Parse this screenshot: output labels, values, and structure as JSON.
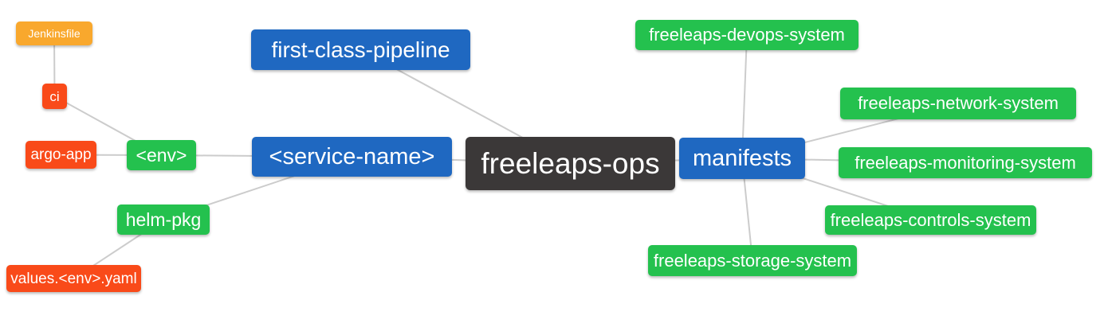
{
  "diagram": {
    "type": "mindmap",
    "root_label": "freeleaps-ops",
    "palette": {
      "blue": "#1f68c1",
      "green": "#24c14e",
      "dark": "#3b3838",
      "red": "#f94a19",
      "amber": "#f9a82d",
      "edge": "#cccccc",
      "text": "#ffffff",
      "background": "#ffffff"
    },
    "nodes": [
      {
        "id": "jenkinsfile",
        "label": "Jenkinsfile",
        "color": "amber"
      },
      {
        "id": "ci",
        "label": "ci",
        "color": "red"
      },
      {
        "id": "argo-app",
        "label": "argo-app",
        "color": "red"
      },
      {
        "id": "env",
        "label": "<env>",
        "color": "green"
      },
      {
        "id": "helm-pkg",
        "label": "helm-pkg",
        "color": "green"
      },
      {
        "id": "values-env-yaml",
        "label": "values.<env>.yaml",
        "color": "red"
      },
      {
        "id": "first-class-pipeline",
        "label": "first-class-pipeline",
        "color": "blue"
      },
      {
        "id": "service-name",
        "label": "<service-name>",
        "color": "blue"
      },
      {
        "id": "freeleaps-ops",
        "label": "freeleaps-ops",
        "color": "dark"
      },
      {
        "id": "manifests",
        "label": "manifests",
        "color": "blue"
      },
      {
        "id": "freeleaps-devops-system",
        "label": "freeleaps-devops-system",
        "color": "green"
      },
      {
        "id": "freeleaps-network-system",
        "label": "freeleaps-network-system",
        "color": "green"
      },
      {
        "id": "freeleaps-monitoring-system",
        "label": "freeleaps-monitoring-system",
        "color": "green"
      },
      {
        "id": "freeleaps-controls-system",
        "label": "freeleaps-controls-system",
        "color": "green"
      },
      {
        "id": "freeleaps-storage-system",
        "label": "freeleaps-storage-system",
        "color": "green"
      }
    ],
    "edges": [
      [
        "jenkinsfile",
        "ci"
      ],
      [
        "ci",
        "env"
      ],
      [
        "argo-app",
        "env"
      ],
      [
        "env",
        "service-name"
      ],
      [
        "helm-pkg",
        "service-name"
      ],
      [
        "values-env-yaml",
        "helm-pkg"
      ],
      [
        "first-class-pipeline",
        "freeleaps-ops"
      ],
      [
        "service-name",
        "freeleaps-ops"
      ],
      [
        "freeleaps-ops",
        "manifests"
      ],
      [
        "manifests",
        "freeleaps-devops-system"
      ],
      [
        "manifests",
        "freeleaps-network-system"
      ],
      [
        "manifests",
        "freeleaps-monitoring-system"
      ],
      [
        "manifests",
        "freeleaps-controls-system"
      ],
      [
        "manifests",
        "freeleaps-storage-system"
      ]
    ]
  }
}
